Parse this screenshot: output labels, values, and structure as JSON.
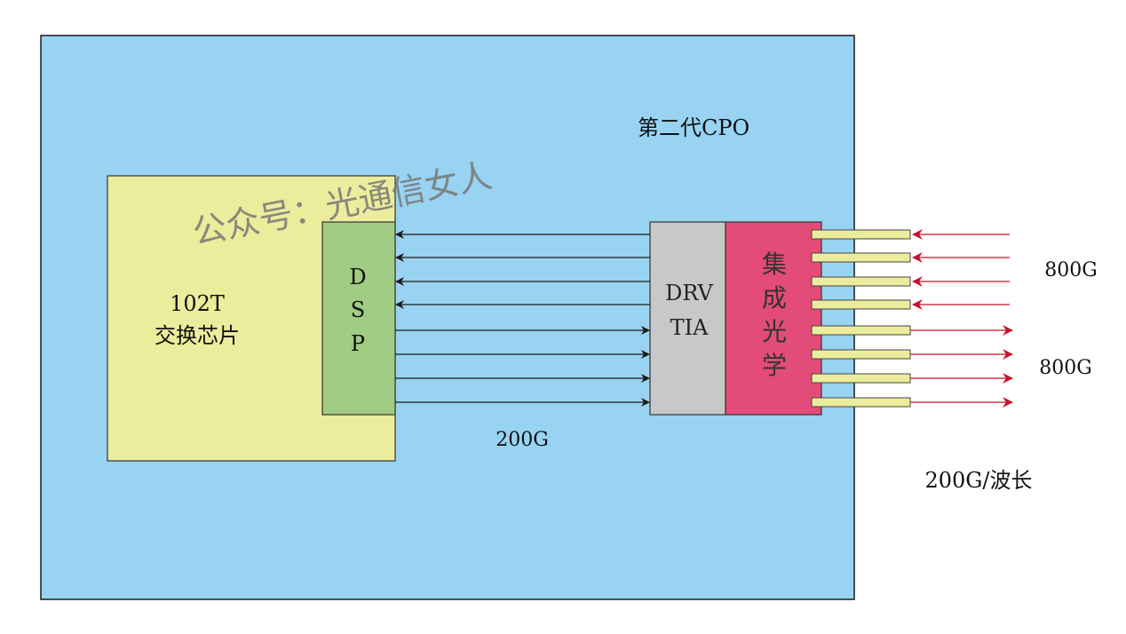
{
  "title": "第二代CPO",
  "watermark": "公众号：光通信女人",
  "switch_chip": {
    "line1": "102T",
    "line2": "交换芯片"
  },
  "dsp": {
    "letters": [
      "D",
      "S",
      "P"
    ]
  },
  "driver": {
    "line1": "DRV",
    "line2": "TIA"
  },
  "optics": {
    "chars": [
      "集",
      "成",
      "光",
      "学"
    ]
  },
  "labels": {
    "electrical_rate": "200G",
    "rx_rate": "800G",
    "tx_rate": "800G",
    "per_wavelength": "200G/波长"
  },
  "colors": {
    "board": "#99d3f2",
    "switch_chip": "#ecec9d",
    "dsp": "#a1cc83",
    "driver": "#c8c8c8",
    "optics": "#e34c78",
    "fiber": "#ecec9d",
    "optical_arrow": "#c8102e",
    "electrical_arrow": "#1a1a1a"
  }
}
